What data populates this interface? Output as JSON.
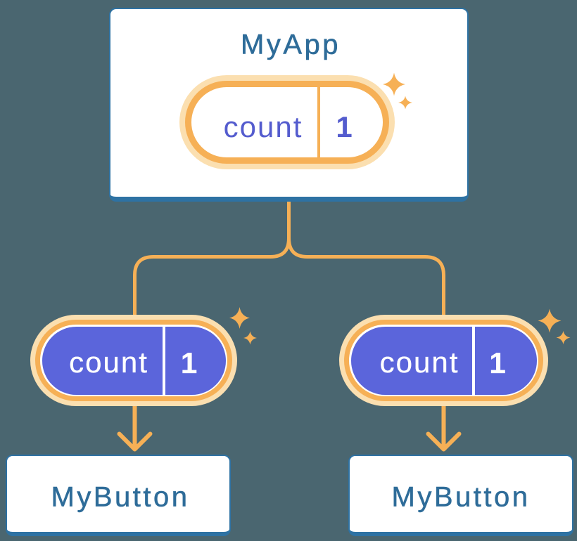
{
  "diagram": {
    "description": "React component tree diagram: MyApp passes count state to two MyButton children",
    "root": {
      "title": "MyApp",
      "state": {
        "key": "count",
        "value": "1"
      }
    },
    "children": [
      {
        "title": "MyButton",
        "prop": {
          "key": "count",
          "value": "1"
        }
      },
      {
        "title": "MyButton",
        "prop": {
          "key": "count",
          "value": "1"
        }
      }
    ]
  },
  "colors": {
    "background": "#4A6670",
    "card_fill": "#FFFFFF",
    "card_border": "#2E72A3",
    "node_title_text": "#2E6C99",
    "pill_fill_purple": "#5B65DB",
    "pill_text_purple": "#545CCE",
    "pill_text_white": "#FFFFFF",
    "pill_halo": "#FBDFB0",
    "accent_orange": "#F6B056"
  },
  "icons": {
    "sparkles": "four-point star sparkles marking state pills",
    "arrows": "orange arrows from state pills to child components",
    "connector": "orange forked line from MyApp to both pills"
  }
}
